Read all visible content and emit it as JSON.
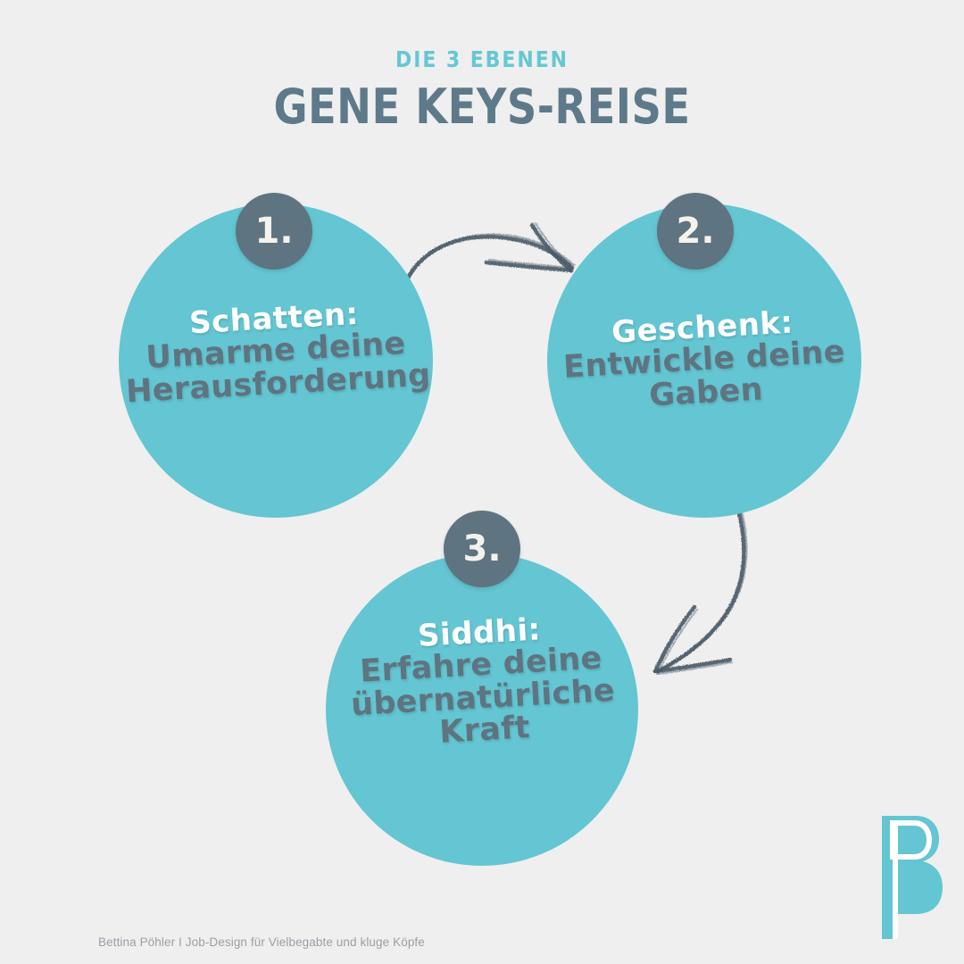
{
  "header": {
    "eyebrow": "DIE 3 EBENEN",
    "title": "GENE KEYS-REISE"
  },
  "colors": {
    "background": "#efefef",
    "teal": "#63c6d2",
    "eyebrow_teal": "#64c8d2",
    "slate": "#5e7480",
    "title_slate": "#5e7a8a",
    "white": "#ffffff",
    "badge_text": "#f5f2ec",
    "footer_gray": "#9aa0a6",
    "arrow_ink": "#4a5c68"
  },
  "steps": [
    {
      "number": "1.",
      "lead": "Schatten:",
      "body": "Umarme deine Herausforderung"
    },
    {
      "number": "2.",
      "lead": "Geschenk:",
      "body": "Entwickle deine Gaben"
    },
    {
      "number": "3.",
      "lead": "Siddhi:",
      "body": "Erfahre deine übernatürliche Kraft"
    }
  ],
  "arrows": [
    {
      "name": "arrow-step1-to-step2",
      "from": "step-1",
      "to": "step-2"
    },
    {
      "name": "arrow-step2-to-step3",
      "from": "step-2",
      "to": "step-3"
    }
  ],
  "logo": {
    "monogram": "PB"
  },
  "footer": {
    "credit": "Bettina Pöhler I Job-Design für Vielbegabte und kluge Köpfe"
  }
}
